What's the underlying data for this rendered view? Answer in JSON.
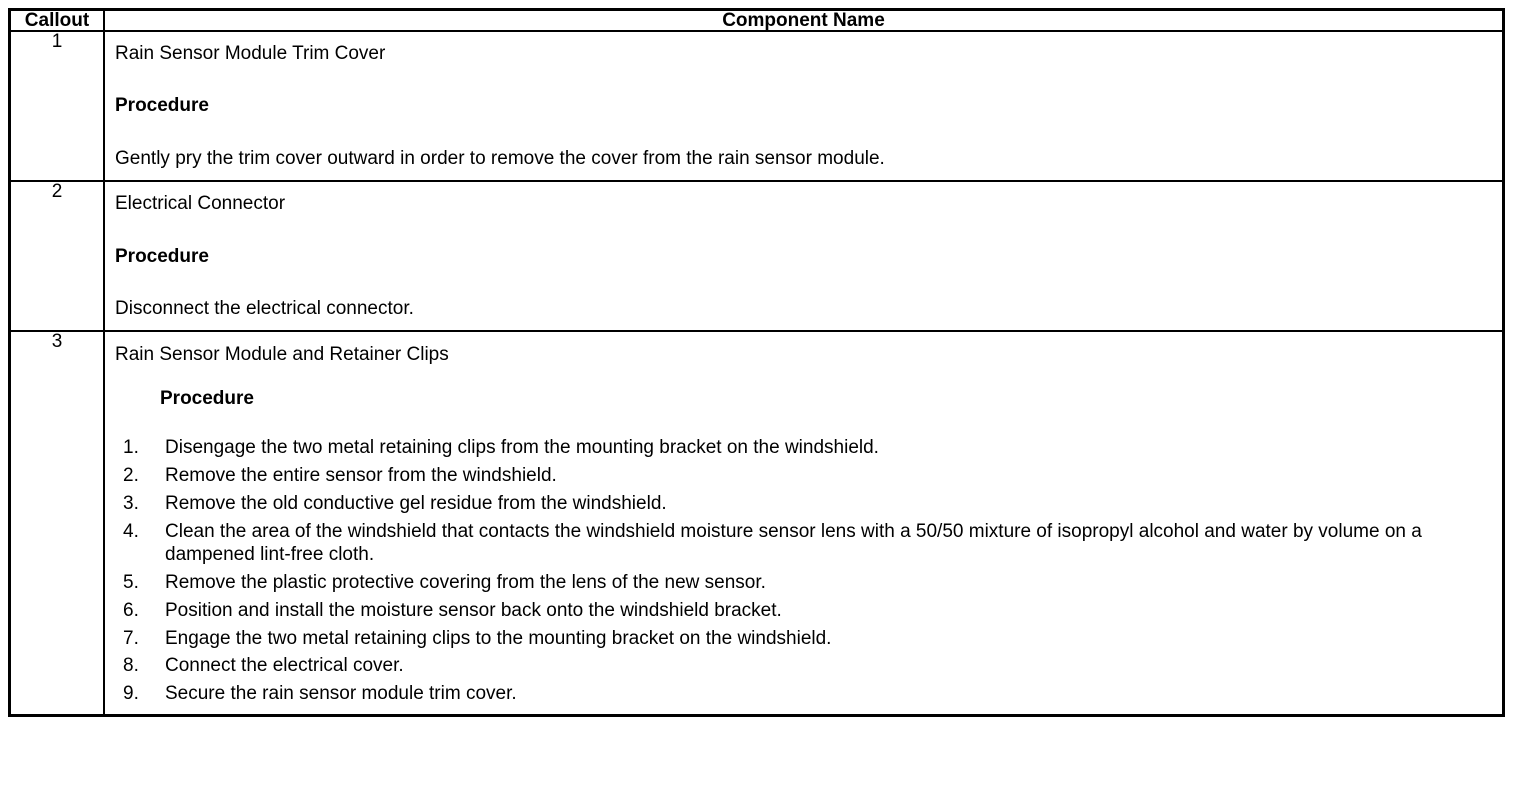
{
  "table": {
    "headers": {
      "callout": "Callout",
      "component_name": "Component Name"
    },
    "rows": [
      {
        "callout": "1",
        "component_name": "Rain Sensor Module Trim Cover",
        "procedure_label": "Procedure",
        "procedure_text": "Gently pry the trim cover outward in order to remove the cover from the rain sensor module.",
        "steps": []
      },
      {
        "callout": "2",
        "component_name": "Electrical Connector",
        "procedure_label": "Procedure",
        "procedure_text": "Disconnect the electrical connector.",
        "steps": []
      },
      {
        "callout": "3",
        "component_name": "Rain Sensor Module and Retainer Clips",
        "procedure_label": "Procedure",
        "procedure_text": "",
        "steps": [
          "Disengage the two metal retaining clips from the mounting bracket on the windshield.",
          "Remove the entire sensor from the windshield.",
          "Remove the old conductive gel residue from the windshield.",
          "Clean the area of the windshield that contacts the windshield moisture sensor lens with a 50/50 mixture of isopropyl alcohol and water by volume on a dampened lint-free cloth.",
          "Remove the plastic protective covering from the lens of the new sensor.",
          "Position and install the moisture sensor back onto the windshield bracket.",
          "Engage the two metal retaining clips to the mounting bracket on the windshield.",
          "Connect the electrical cover.",
          "Secure the rain sensor module trim cover."
        ]
      }
    ]
  },
  "colors": {
    "border": "#000000",
    "text": "#000000",
    "background": "#ffffff"
  }
}
